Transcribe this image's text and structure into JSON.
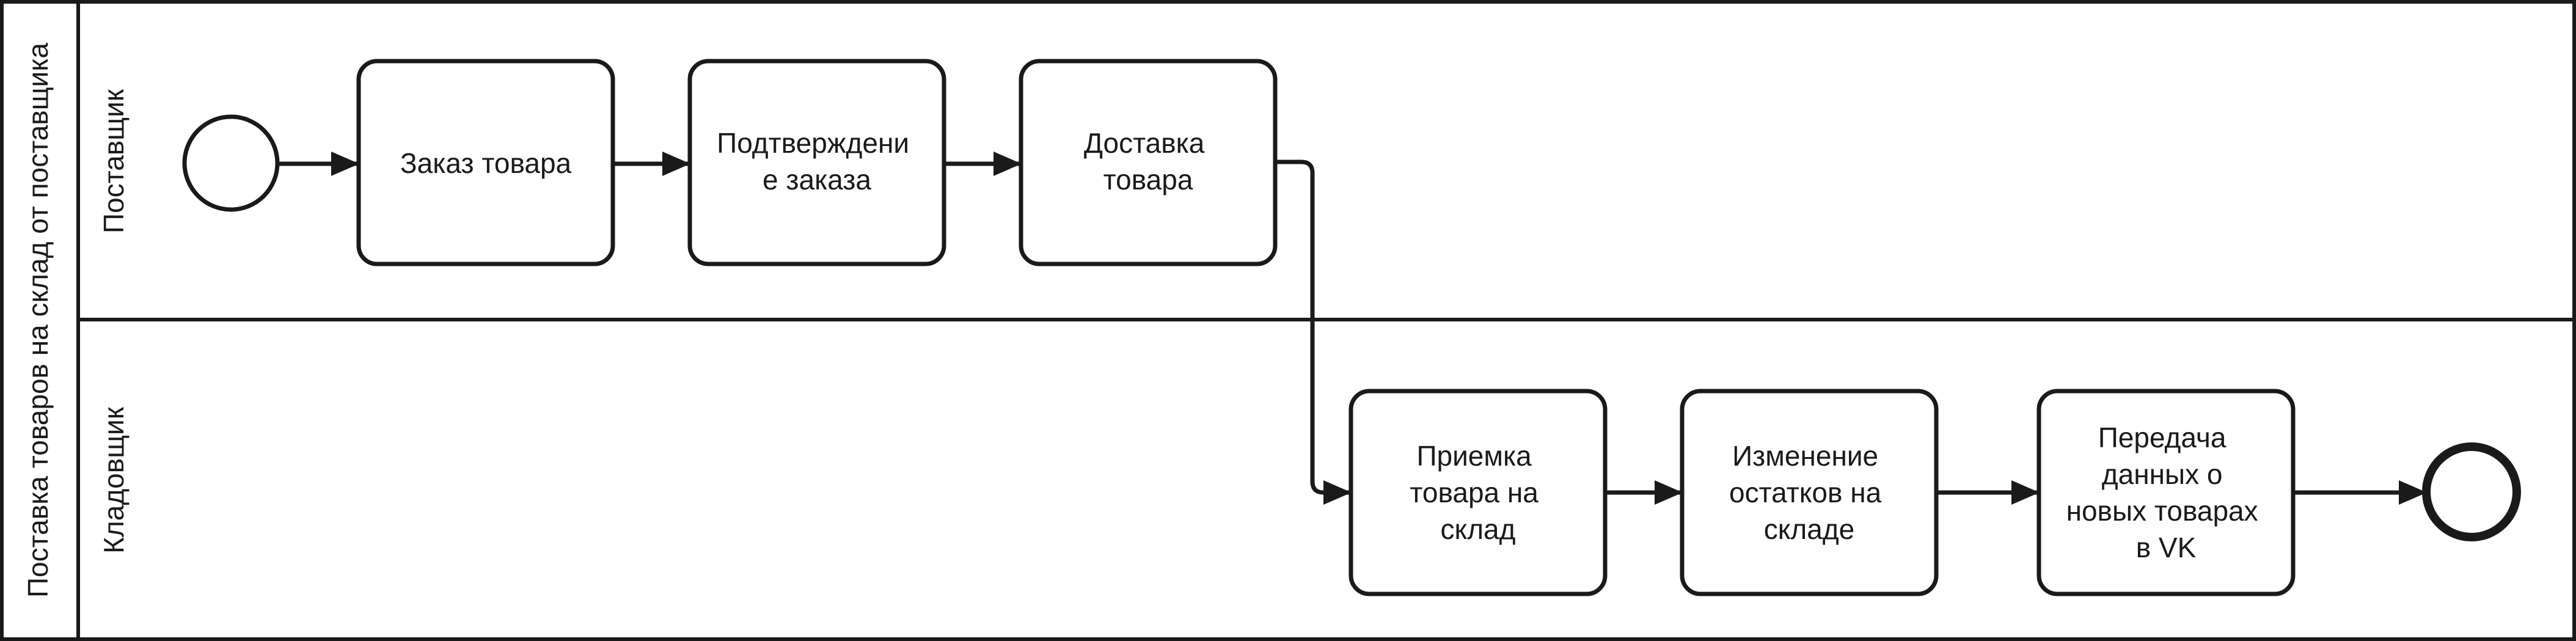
{
  "pool": {
    "title": "Поставка товаров на склад от поставщика"
  },
  "lanes": [
    {
      "id": "supplier",
      "label": "Поставщик"
    },
    {
      "id": "storekeeper",
      "label": "Кладовщик"
    }
  ],
  "tasks": [
    {
      "id": "order",
      "lane": "supplier",
      "lines": [
        "Заказ товара"
      ]
    },
    {
      "id": "confirm",
      "lane": "supplier",
      "lines": [
        "Подтверждени",
        "е заказа"
      ]
    },
    {
      "id": "deliver",
      "lane": "supplier",
      "lines": [
        "Доставка",
        "товара"
      ]
    },
    {
      "id": "receive",
      "lane": "storekeeper",
      "lines": [
        "Приемка",
        "товара на",
        "склад"
      ]
    },
    {
      "id": "update",
      "lane": "storekeeper",
      "lines": [
        "Изменение",
        "остатков на",
        "складе"
      ]
    },
    {
      "id": "transfer",
      "lane": "storekeeper",
      "lines": [
        "Передача",
        "данных о",
        "новых товарах",
        "в VK"
      ]
    }
  ],
  "events": [
    {
      "id": "start",
      "type": "start"
    },
    {
      "id": "end",
      "type": "end"
    }
  ],
  "flows": [
    {
      "from": "start",
      "to": "order"
    },
    {
      "from": "order",
      "to": "confirm"
    },
    {
      "from": "confirm",
      "to": "deliver"
    },
    {
      "from": "deliver",
      "to": "receive"
    },
    {
      "from": "receive",
      "to": "update"
    },
    {
      "from": "update",
      "to": "transfer"
    },
    {
      "from": "transfer",
      "to": "end"
    }
  ]
}
